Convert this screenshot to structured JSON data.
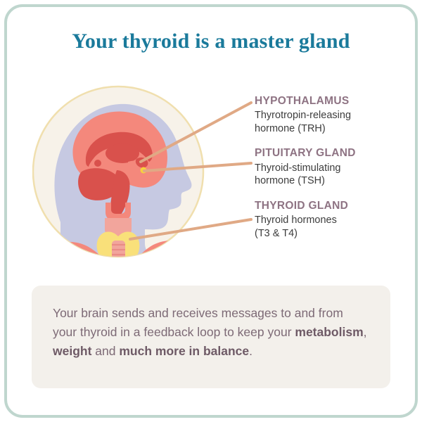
{
  "page": {
    "title": "Your thyroid is a master gland",
    "border_color": "#bfd6ce",
    "title_color": "#1a7a9b",
    "leader_line_color": "#e0a985"
  },
  "illustration": {
    "name": "head-profile-anatomy-diagram",
    "circle_background": "#f7f2e9",
    "circle_ring": "#f0dfae",
    "head_silhouette_color": "#c6c9e2",
    "brain_light_color": "#f4887c",
    "brain_dark_color": "#d9514c",
    "thyroid_color": "#f9e07a",
    "larynx_color": "#f4887c",
    "trachea_color": "#f2a59c",
    "pituitary_highlight_color": "#f7d13d"
  },
  "labels": [
    {
      "id": "hypothalamus",
      "heading": "HYPOTHALAMUS",
      "sub_line_1": "Thyrotropin-releasing",
      "sub_line_2": "hormone (TRH)"
    },
    {
      "id": "pituitary-gland",
      "heading": "PITUITARY GLAND",
      "sub_line_1": "Thyroid-stimulating",
      "sub_line_2": "hormone (TSH)"
    },
    {
      "id": "thyroid-gland",
      "heading": "THYROID GLAND",
      "sub_line_1": "Thyroid hormones",
      "sub_line_2": "(T3 & T4)"
    }
  ],
  "caption": {
    "background": "#f3f0eb",
    "text_color": "#7d6a76",
    "part_1": "Your brain sends and receives messages to and from your thyroid in a feedback loop to keep your ",
    "bold_1": "metabolism",
    "part_2": ", ",
    "bold_2": "weight",
    "part_3": " and ",
    "bold_3": "much more in balance",
    "part_4": "."
  }
}
